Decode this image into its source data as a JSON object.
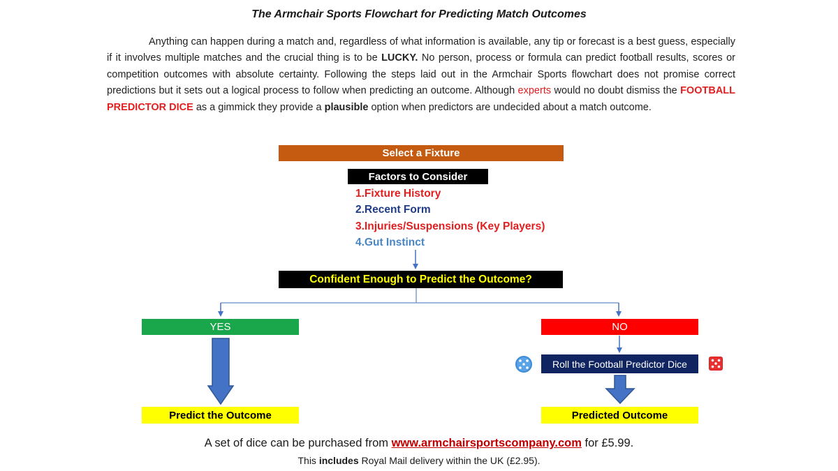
{
  "title": "The Armchair Sports Flowchart for Predicting Match Outcomes",
  "intro": {
    "part1": "Anything can happen during a match and, regardless of what information is available, any tip or forecast is a best guess, especially if it involves multiple matches and the crucial thing is to be ",
    "lucky": "LUCKY.",
    "part2": " No person, process or formula can predict football results, scores or competition outcomes with absolute certainty. Following the steps laid out in the Armchair Sports flowchart does not promise correct predictions but it sets out a logical process to follow when predicting an outcome. Although ",
    "experts": "experts",
    "part3": " would no doubt dismiss the ",
    "dice_name": "FOOTBALL PREDICTOR DICE",
    "part4": " as a gimmick they provide a ",
    "plausible": "plausible",
    "part5": " option when predictors are undecided about a match outcome."
  },
  "flow": {
    "select_fixture": "Select a Fixture",
    "factors_title": "Factors to Consider",
    "factors": [
      "1.Fixture History",
      "2.Recent Form",
      "3.Injuries/Suspensions (Key Players)",
      "4.Gut Instinct"
    ],
    "confident": "Confident Enough to Predict the Outcome?",
    "yes": "YES",
    "no": "NO",
    "roll": "Roll the Football Predictor Dice",
    "predict": "Predict the Outcome",
    "predicted": "Predicted Outcome"
  },
  "colors": {
    "fixture": "#c55a11",
    "yes": "#1aa64a",
    "no": "#ff0000",
    "roll": "#0f2460",
    "highlight": "#ffff00",
    "arrow": "#4472c4"
  },
  "icons": {
    "left": "blue-dice-icon",
    "right": "red-dice-icon"
  },
  "footer": {
    "line1_pre": "A set of dice can be purchased from ",
    "link": "www.armchairsportscompany.com",
    "line1_post": " for £5.99.",
    "line2_pre": "This ",
    "line2_bold": "includes",
    "line2_post": " Royal Mail delivery within the UK (£2.95)."
  }
}
